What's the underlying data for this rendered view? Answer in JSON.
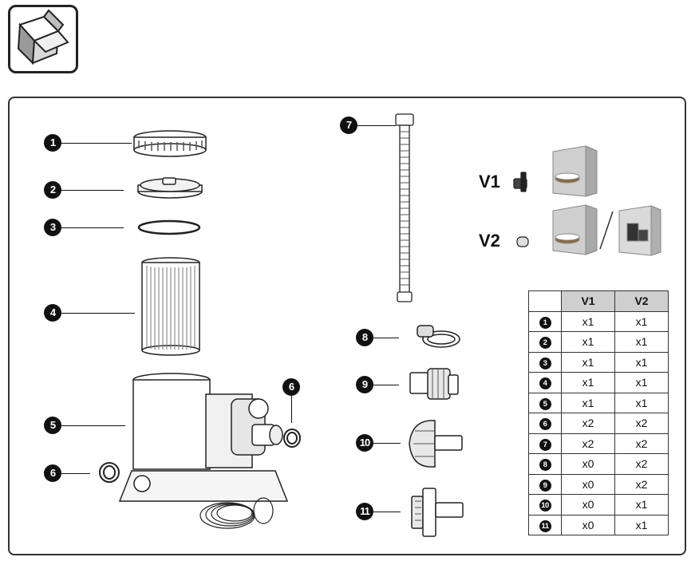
{
  "box_icon": {
    "name": "open-box-icon"
  },
  "parts": [
    {
      "n": "1"
    },
    {
      "n": "2"
    },
    {
      "n": "3"
    },
    {
      "n": "4"
    },
    {
      "n": "5"
    },
    {
      "n": "6"
    },
    {
      "n": "6"
    },
    {
      "n": "7"
    },
    {
      "n": "8"
    },
    {
      "n": "9"
    },
    {
      "n": "10"
    },
    {
      "n": "11"
    }
  ],
  "versions": {
    "v1": "V1",
    "v2": "V2"
  },
  "table": {
    "headers": [
      "",
      "V1",
      "V2"
    ],
    "rows": [
      {
        "part": "1",
        "v1": "x1",
        "v2": "x1"
      },
      {
        "part": "2",
        "v1": "x1",
        "v2": "x1"
      },
      {
        "part": "3",
        "v1": "x1",
        "v2": "x1"
      },
      {
        "part": "4",
        "v1": "x1",
        "v2": "x1"
      },
      {
        "part": "5",
        "v1": "x1",
        "v2": "x1"
      },
      {
        "part": "6",
        "v1": "x2",
        "v2": "x2"
      },
      {
        "part": "7",
        "v1": "x2",
        "v2": "x2"
      },
      {
        "part": "8",
        "v1": "x0",
        "v2": "x2"
      },
      {
        "part": "9",
        "v1": "x0",
        "v2": "x2"
      },
      {
        "part": "10",
        "v1": "x0",
        "v2": "x1"
      },
      {
        "part": "11",
        "v1": "x0",
        "v2": "x1"
      }
    ]
  }
}
